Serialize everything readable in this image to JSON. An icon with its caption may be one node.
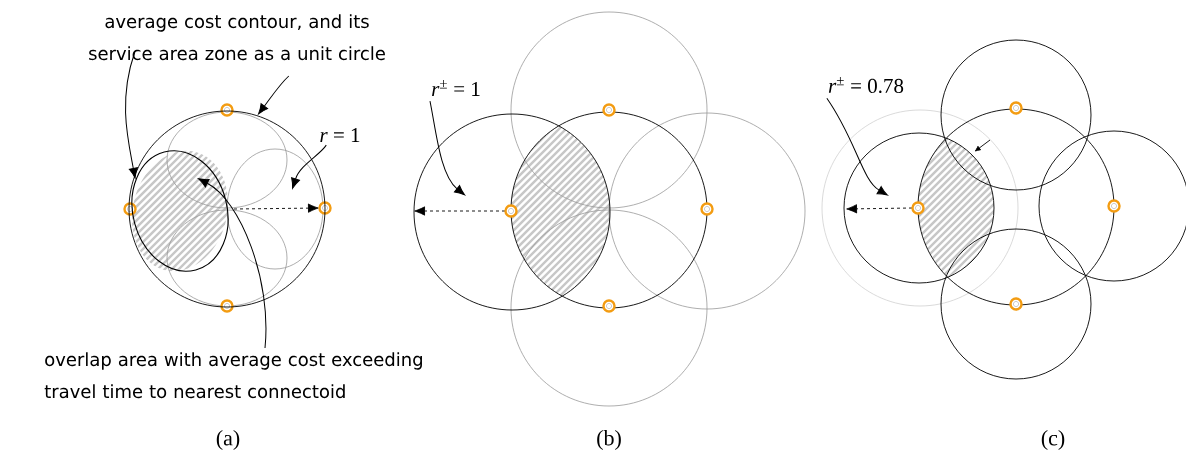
{
  "diagram": {
    "nodes": [
      {
        "text": [
          "average cost contour, and its service area zone as a unit circle"
        ]
      },
      {
        "text": [],
        "shape": "ellipse",
        "in": 2
      },
      {
        "text": [],
        "shape": "circle"
      },
      {
        "text": [
          "overlap area with average cost exceeding travel time to nearest connectoid"
        ]
      },
      {
        "text": [
          "*r* = 1"
        ]
      },
      {
        "text": [
          "*r*$^{±}$ = 1"
        ]
      },
      {
        "text": [
          "*r*$^{±}$ = 0.78"
        ]
      }
    ],
    "edges": [
      {
        "from": 0,
        "to": 1,
        "arrow": "to"
      },
      {
        "from": 0,
        "to": 2,
        "arrow": "to"
      },
      {
        "from": 3,
        "to": 1,
        "arrow": "to"
      },
      {
        "from": 4,
        "to": null,
        "arrow": "to"
      },
      {
        "from": 5,
        "to": null,
        "arrow": "to"
      },
      {
        "from": 6,
        "to": null,
        "arrow": "to"
      }
    ],
    "labels": [
      "(a)",
      "(b)",
      "(c)"
    ]
  }
}
